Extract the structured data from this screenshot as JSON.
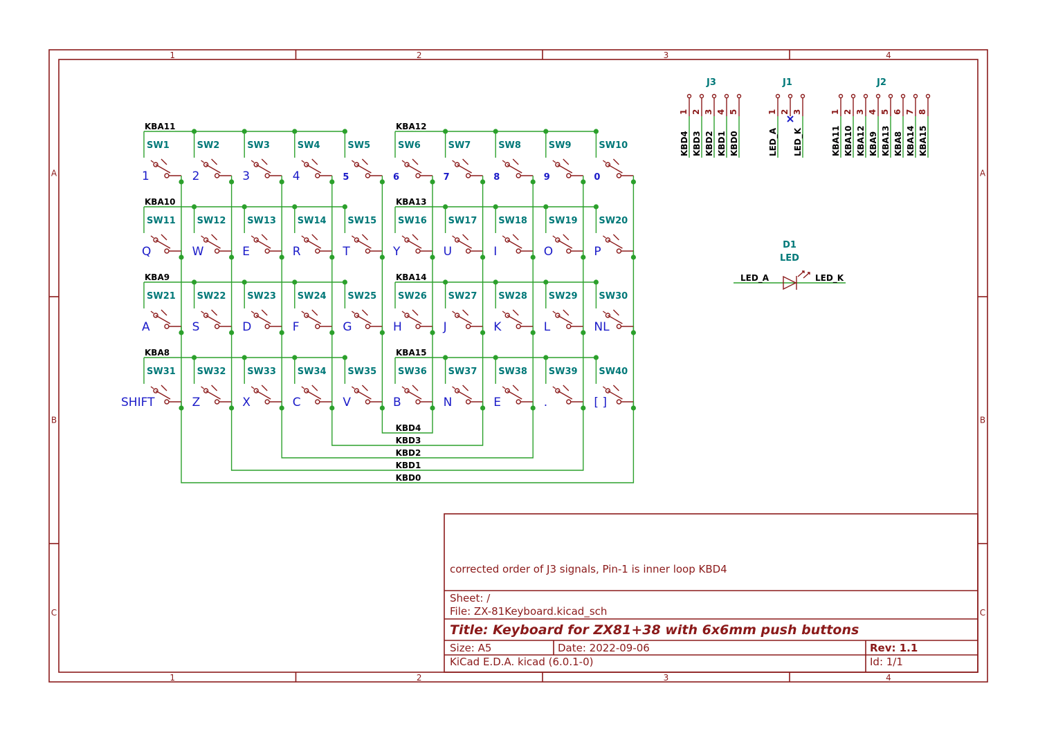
{
  "frame": {
    "columns": [
      "1",
      "2",
      "3",
      "4"
    ],
    "rows": [
      "A",
      "B",
      "C"
    ],
    "color": "#8b1a1a"
  },
  "colors": {
    "wire": "#2ba02b",
    "border": "#8b1a1a",
    "reference": "#007878",
    "key_value": "#1a1ac8",
    "net": "#000000"
  },
  "switch_rows": [
    {
      "left_net": "KBA11",
      "right_net": "KBA12",
      "refs": [
        "SW1",
        "SW2",
        "SW3",
        "SW4",
        "SW5",
        "SW6",
        "SW7",
        "SW8",
        "SW9",
        "SW10"
      ],
      "keys": [
        "1",
        "2",
        "3",
        "4",
        "5",
        "6",
        "7",
        "8",
        "9",
        "0"
      ]
    },
    {
      "left_net": "KBA10",
      "right_net": "KBA13",
      "refs": [
        "SW11",
        "SW12",
        "SW13",
        "SW14",
        "SW15",
        "SW16",
        "SW17",
        "SW18",
        "SW19",
        "SW20"
      ],
      "keys": [
        "Q",
        "W",
        "E",
        "R",
        "T",
        "Y",
        "U",
        "I",
        "O",
        "P"
      ]
    },
    {
      "left_net": "KBA9",
      "right_net": "KBA14",
      "refs": [
        "SW21",
        "SW22",
        "SW23",
        "SW24",
        "SW25",
        "SW26",
        "SW27",
        "SW28",
        "SW29",
        "SW30"
      ],
      "keys": [
        "A",
        "S",
        "D",
        "F",
        "G",
        "H",
        "J",
        "K",
        "L",
        "NL"
      ]
    },
    {
      "left_net": "KBA8",
      "right_net": "KBA15",
      "refs": [
        "SW31",
        "SW32",
        "SW33",
        "SW34",
        "SW35",
        "SW36",
        "SW37",
        "SW38",
        "SW39",
        "SW40"
      ],
      "keys": [
        "SHIFT",
        "Z",
        "X",
        "C",
        "V",
        "B",
        "N",
        "E",
        ".",
        "[ ]"
      ]
    }
  ],
  "bus_labels": [
    "KBD4",
    "KBD3",
    "KBD2",
    "KBD1",
    "KBD0"
  ],
  "connectors": [
    {
      "ref": "J3",
      "pins": [
        "1",
        "2",
        "3",
        "4",
        "5"
      ],
      "nets": [
        "KBD4",
        "KBD3",
        "KBD2",
        "KBD1",
        "KBD0"
      ]
    },
    {
      "ref": "J1",
      "pins": [
        "1",
        "2",
        "3"
      ],
      "nets": [
        "LED_A",
        "",
        "LED_K"
      ]
    },
    {
      "ref": "J2",
      "pins": [
        "1",
        "2",
        "3",
        "4",
        "5",
        "6",
        "7",
        "8"
      ],
      "nets": [
        "KBA11",
        "KBA10",
        "KBA12",
        "KBA9",
        "KBA13",
        "KBA8",
        "KBA14",
        "KBA15"
      ]
    }
  ],
  "led": {
    "ref": "D1",
    "value": "LED",
    "anode": "LED_A",
    "cathode": "LED_K"
  },
  "title_block": {
    "comment": "corrected order of J3 signals, Pin-1 is inner loop KBD4",
    "sheet": "Sheet: /",
    "file": "File: ZX-81Keyboard.kicad_sch",
    "title": "Title: Keyboard for ZX81+38 with 6x6mm push buttons",
    "size": "Size: A5",
    "date": "Date: 2022-09-06",
    "rev": "Rev: 1.1",
    "tool": "KiCad E.D.A.  kicad (6.0.1-0)",
    "id": "Id: 1/1"
  }
}
